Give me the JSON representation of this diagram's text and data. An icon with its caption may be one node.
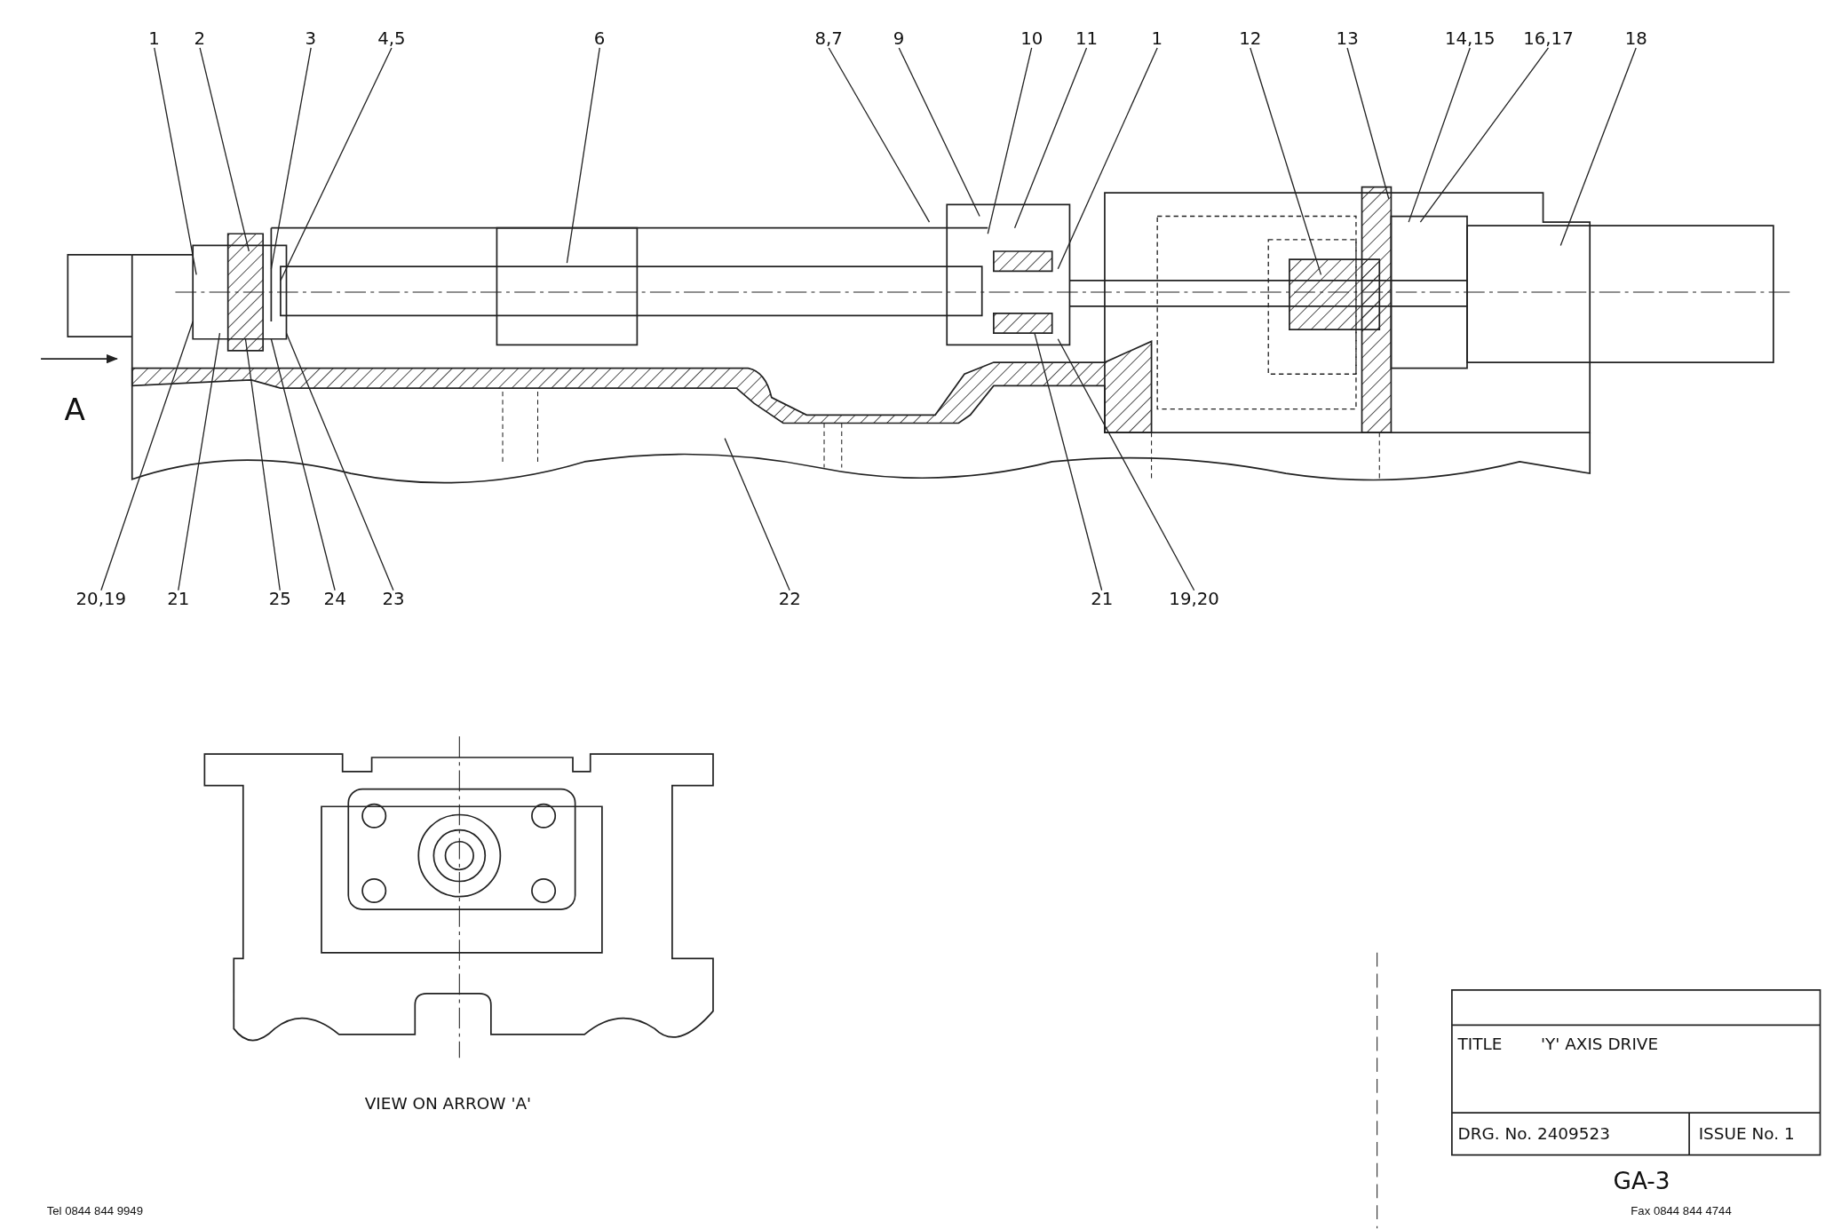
{
  "diagram": {
    "nodes": [
      {
        "text": [
          "1"
        ]
      },
      {
        "text": [
          "2"
        ]
      },
      {
        "text": [
          "3"
        ]
      },
      {
        "text": [
          "4,5"
        ]
      },
      {
        "text": [
          "6"
        ]
      },
      {
        "text": [
          "8,7"
        ]
      },
      {
        "text": [
          "9"
        ]
      },
      {
        "text": [
          "10"
        ]
      },
      {
        "text": [
          "11"
        ]
      },
      {
        "text": [
          "1"
        ]
      },
      {
        "text": [
          "12"
        ]
      },
      {
        "text": [
          "13"
        ]
      },
      {
        "text": [
          "14,15"
        ]
      },
      {
        "text": [
          "16,17"
        ]
      },
      {
        "text": [
          "18"
        ]
      },
      {
        "text": [
          "20,19"
        ]
      },
      {
        "text": [
          "21"
        ]
      },
      {
        "text": [
          "25"
        ]
      },
      {
        "text": [
          "24"
        ]
      },
      {
        "text": [
          "23"
        ]
      },
      {
        "text": [
          "22"
        ]
      },
      {
        "text": [
          "21"
        ]
      },
      {
        "text": [
          "19,20"
        ]
      }
    ],
    "edges": [
      {
        "from": 0,
        "to": null,
        "arrow": "none"
      },
      {
        "from": 1,
        "to": null,
        "arrow": "none"
      },
      {
        "from": 2,
        "to": null,
        "arrow": "none"
      },
      {
        "from": 3,
        "to": null,
        "arrow": "none"
      },
      {
        "from": 4,
        "to": null,
        "arrow": "none"
      },
      {
        "from": 5,
        "to": null,
        "arrow": "none"
      },
      {
        "from": 6,
        "to": null,
        "arrow": "none"
      },
      {
        "from": 7,
        "to": null,
        "arrow": "none"
      },
      {
        "from": 8,
        "to": null,
        "arrow": "none"
      },
      {
        "from": 9,
        "to": null,
        "arrow": "none"
      },
      {
        "from": 10,
        "to": null,
        "arrow": "none"
      },
      {
        "from": 11,
        "to": null,
        "arrow": "none"
      },
      {
        "from": 12,
        "to": null,
        "arrow": "none"
      },
      {
        "from": 13,
        "to": null,
        "arrow": "none"
      },
      {
        "from": 14,
        "to": null,
        "arrow": "none"
      },
      {
        "from": 15,
        "to": null,
        "arrow": "none"
      },
      {
        "from": 16,
        "to": null,
        "arrow": "none"
      },
      {
        "from": 17,
        "to": null,
        "arrow": "none"
      },
      {
        "from": 18,
        "to": null,
        "arrow": "none"
      },
      {
        "from": 19,
        "to": null,
        "arrow": "none"
      },
      {
        "from": 20,
        "to": null,
        "arrow": "none"
      },
      {
        "from": 21,
        "to": null,
        "arrow": "none"
      },
      {
        "from": 22,
        "to": null,
        "arrow": "none"
      }
    ],
    "labels": [
      "A",
      "VIEW ON ARROW 'A'",
      "TITLE",
      "'Y' AXIS DRIVE",
      "DRG. No. 2409523",
      "ISSUE No. 1",
      "GA-3",
      "Tel 0844 844 9949",
      "Fax 0844 844 4744"
    ]
  }
}
